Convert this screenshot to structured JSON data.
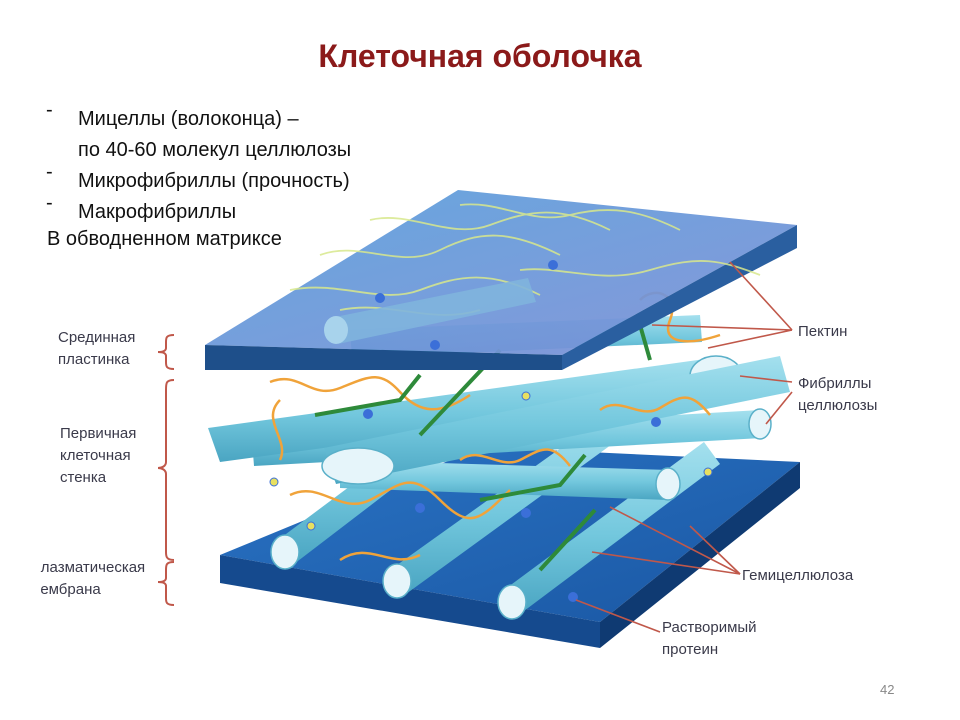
{
  "slide": {
    "title": "Клеточная оболочка",
    "bullets": [
      {
        "line1": "Мицеллы (волоконца) –",
        "line2": "по 40-60 молекул целлюлозы"
      },
      {
        "line1": "Микрофибриллы (прочность)",
        "line2": ""
      },
      {
        "line1": "Макрофибриллы",
        "line2": ""
      }
    ],
    "bullet_marker": "-",
    "note": "В обводненном матриксе",
    "page_number": "42"
  },
  "diagram": {
    "labels": {
      "middle_lamella_1": "Срединная",
      "middle_lamella_2": "пластинка",
      "primary_wall_1": "Первичная",
      "primary_wall_2": "клеточная",
      "primary_wall_3": "стенка",
      "plasma_membrane_1": "Плазматическая",
      "plasma_membrane_2": "мембрана",
      "pectin": "Пектин",
      "cellulose_fibrils_1": "Фибриллы",
      "cellulose_fibrils_2": "целлюлозы",
      "hemicellulose": "Гемицеллюлоза",
      "soluble_protein_1": "Растворимый",
      "soluble_protein_2": "протеин"
    },
    "colors": {
      "middle_lamella_top": "#4a8fd0",
      "middle_lamella_side": "#1e4f8a",
      "membrane_top": "#1f63b5",
      "membrane_side": "#143f7a",
      "fibril": "#7ccfe3",
      "fibril_end": "#e6f5fa",
      "pectin": "#f0a33a",
      "hemicellulose": "#2e8a3a",
      "protein_dot": "#3b6fd8",
      "label_text": "#3a3a4a",
      "callout_line": "#c0584a",
      "title": "#8b1a1a"
    }
  }
}
